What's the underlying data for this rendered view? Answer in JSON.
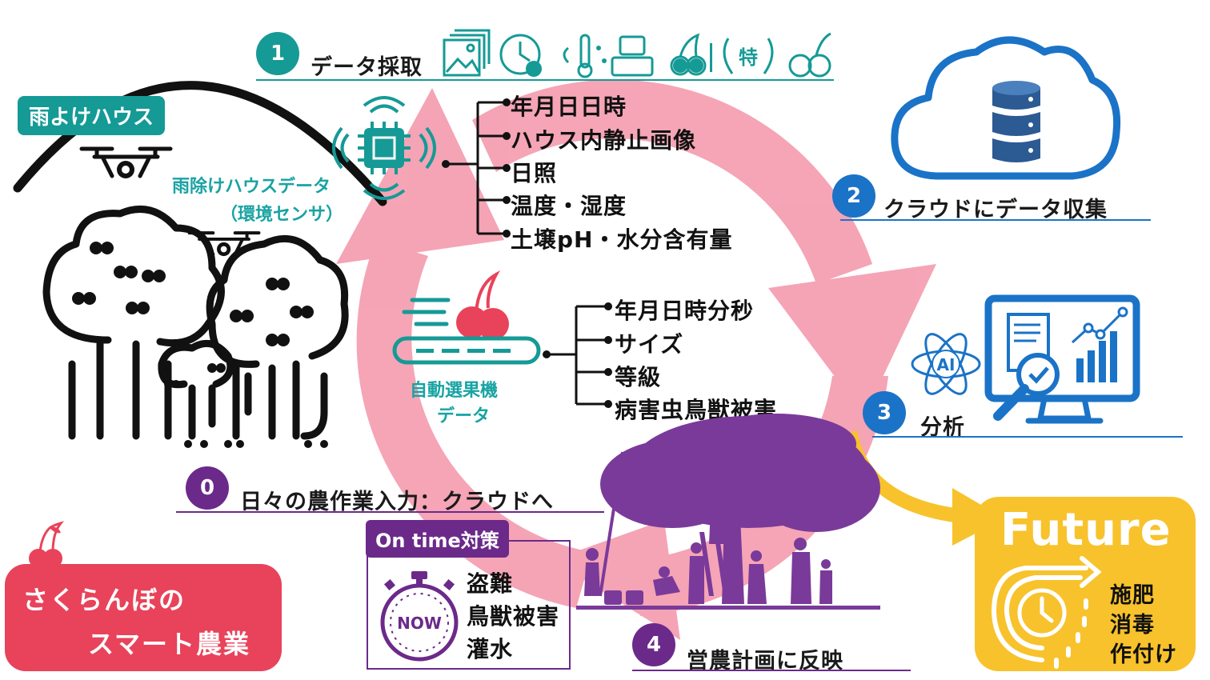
{
  "colors": {
    "pink_cycle": "#f4a0b2",
    "teal": "#159a96",
    "blue": "#1a73c7",
    "purple": "#6b2a8a",
    "yellow": "#f8c22c",
    "red": "#e8435a",
    "dark": "#1a1a1a"
  },
  "house": {
    "label": "雨よけハウス"
  },
  "house_data": {
    "line1": "雨除けハウスデータ",
    "line2": "（環境センサ）"
  },
  "step1": {
    "num": "1",
    "label": "データ採取"
  },
  "step2": {
    "num": "2",
    "label": "クラウドにデータ収集"
  },
  "step3": {
    "num": "3",
    "label": "分析",
    "ai": "AI"
  },
  "step4": {
    "num": "4",
    "label": "営農計画に反映"
  },
  "step0": {
    "num": "0",
    "label": "日々の農作業入力：クラウドへ"
  },
  "sensor_items": [
    "年月日日時",
    "ハウス内静止画像",
    "日照",
    "温度・湿度",
    "土壌pH・水分含有量"
  ],
  "sorter": {
    "line1": "自動選果機",
    "line2": "データ"
  },
  "sorter_items": [
    "年月日時分秒",
    "サイズ",
    "等級",
    "病害虫鳥獣被害"
  ],
  "icon_special": "特",
  "ontime": {
    "title": "On time対策",
    "now": "NOW",
    "items": [
      "盗難",
      "鳥獣被害",
      "灌水"
    ]
  },
  "future": {
    "title": "Future",
    "items": [
      "施肥",
      "消毒",
      "作付け"
    ]
  },
  "brand": {
    "line1": "さくらんぼの",
    "line2": "スマート農業"
  }
}
